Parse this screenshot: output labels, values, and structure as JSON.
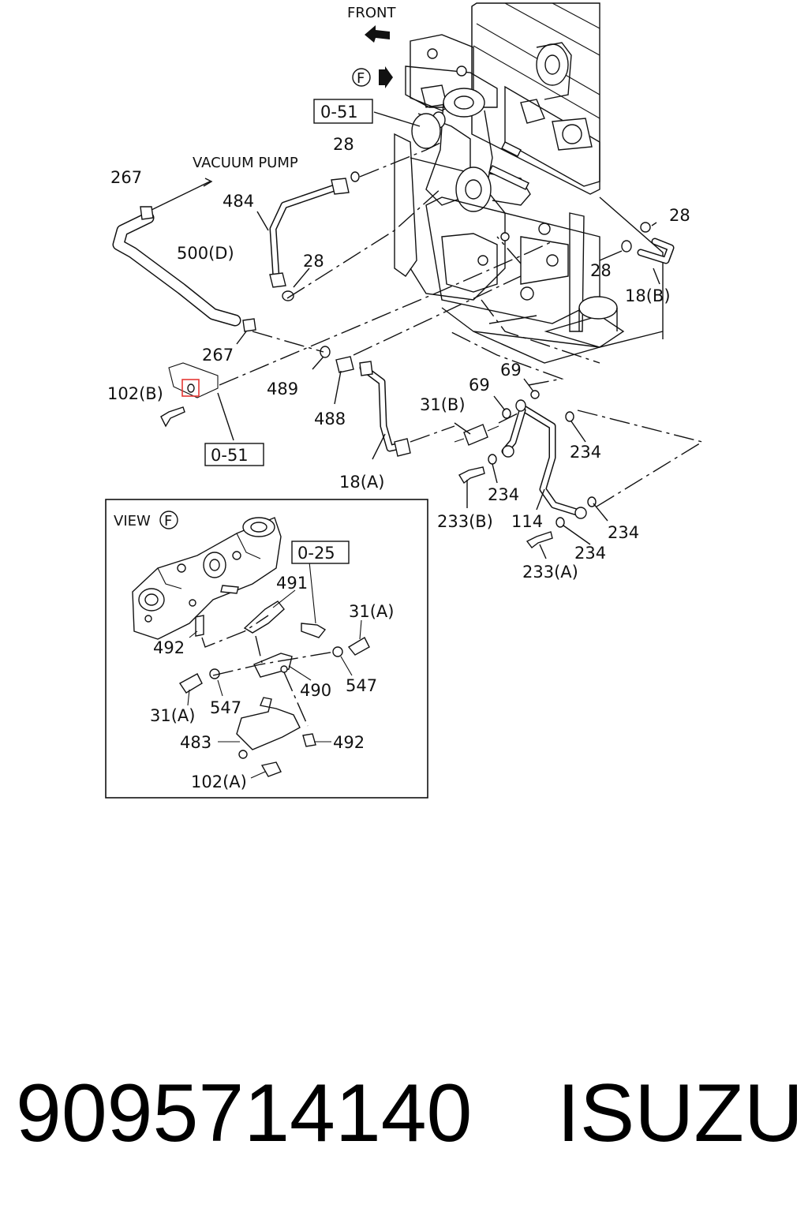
{
  "orientation": {
    "front_label": "FRONT",
    "view_marker": "F"
  },
  "callouts": {
    "ref_top": "0-51",
    "ref_left": "0-51",
    "vacuum_pump": "VACUUM PUMP",
    "c267_top": "267",
    "c484": "484",
    "c28_a": "28",
    "c500d": "500(D)",
    "c28_b": "28",
    "c28_c": "28",
    "c28_d": "28",
    "c18b": "18(B)",
    "c267_mid": "267",
    "c102b": "102(B)",
    "c489": "489",
    "c488": "488",
    "c69_a": "69",
    "c69_b": "69",
    "c31b": "31(B)",
    "c234_a": "234",
    "c234_b": "234",
    "c18a": "18(A)",
    "c233b": "233(B)",
    "c114": "114",
    "c234_c": "234",
    "c234_d": "234",
    "c233a": "233(A)"
  },
  "view_box": {
    "title": "VIEW",
    "marker": "F",
    "ref": "0-25",
    "c491": "491",
    "c31a_r": "31(A)",
    "c492_a": "492",
    "c547_r": "547",
    "c490": "490",
    "c31a_l": "31(A)",
    "c547_l": "547",
    "c483": "483",
    "c492_b": "492",
    "c102a": "102(A)"
  },
  "footer": {
    "part_number": "9095714140",
    "brand": "ISUZU"
  },
  "colors": {
    "line": "#111111",
    "highlight": "#e53935",
    "background": "#ffffff"
  }
}
